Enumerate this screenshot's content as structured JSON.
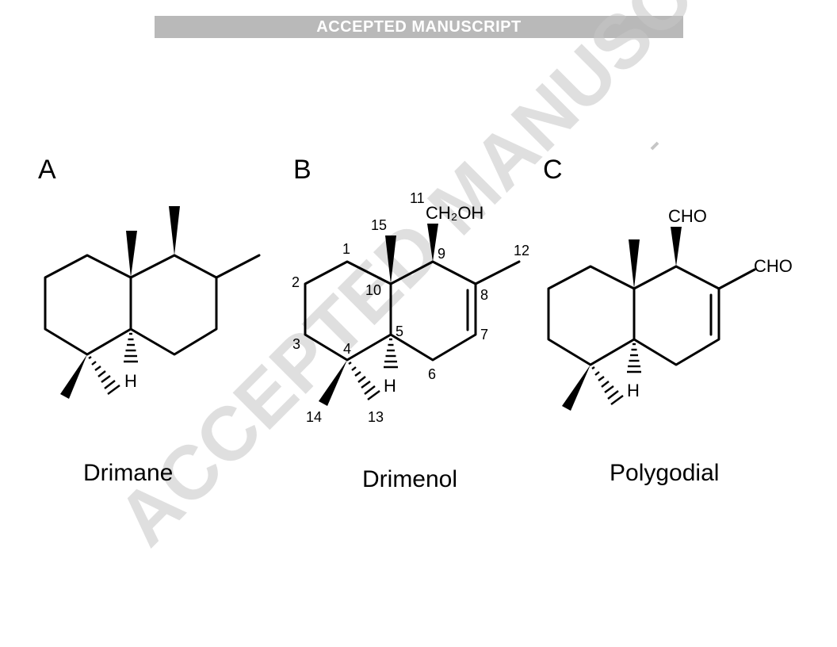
{
  "banner": {
    "text": "ACCEPTED MANUSCRIPT"
  },
  "watermark": {
    "text": "ACCEPTED MANUSCRIPT"
  },
  "panels": [
    {
      "label": "A",
      "name": "Drimane"
    },
    {
      "label": "B",
      "name": "Drimenol"
    },
    {
      "label": "C",
      "name": "Polygodial"
    }
  ],
  "drimenol_labels": {
    "n1": "1",
    "n2": "2",
    "n3": "3",
    "n4": "4",
    "n5": "5",
    "n6": "6",
    "n7": "7",
    "n8": "8",
    "n9": "9",
    "n10": "10",
    "n11": "11",
    "n12": "12",
    "n13": "13",
    "n14": "14",
    "n15": "15",
    "ch2oh": "CH₂OH",
    "h": "H"
  },
  "drimane_labels": {
    "h": "H"
  },
  "polygodial_labels": {
    "cho_top": "CHO",
    "cho_side": "CHO",
    "h": "H"
  }
}
